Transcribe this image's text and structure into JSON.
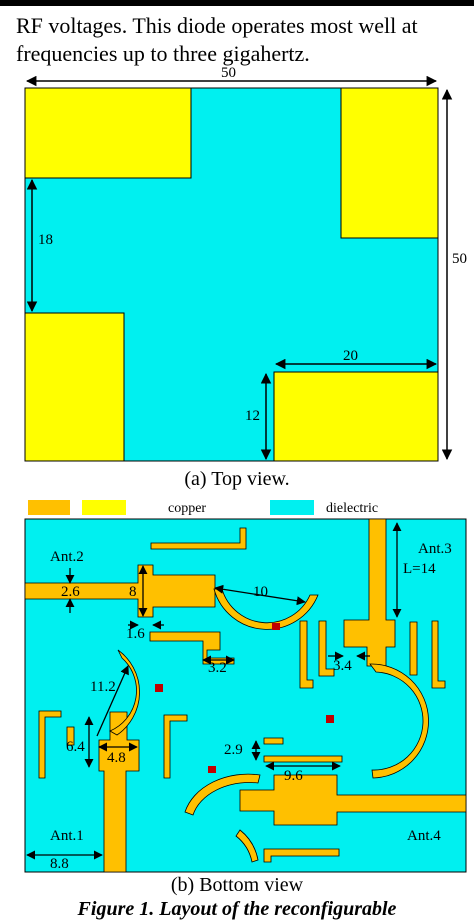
{
  "body_text": {
    "line1": "RF voltages. This diode operates most well at",
    "line2": "frequencies up to three gigahertz."
  },
  "top_view": {
    "caption": "(a) Top view.",
    "dims": {
      "width": "50",
      "height": "50",
      "notch_height": "18",
      "notch_width": "20",
      "notch_depth": "12"
    }
  },
  "bottom_view": {
    "caption": "(b) Bottom view",
    "legend": {
      "copper": "copper",
      "dielectric": "dielectric"
    },
    "antennas": {
      "ant1": "Ant.1",
      "ant2": "Ant.2",
      "ant3": "Ant.3",
      "ant4": "Ant.4"
    },
    "dims": {
      "d_2_6": "2.6",
      "d_8": "8",
      "d_10": "10",
      "d_1_6": "1.6",
      "d_3_2": "3.2",
      "d_11_2": "11.2",
      "d_6_4": "6.4",
      "d_4_8": "4.8",
      "d_8_8": "8.8",
      "d_3_4": "3.4",
      "d_L14": "L=14",
      "d_2_9": "2.9",
      "d_9_6": "9.6"
    }
  },
  "figure_title": "Figure 1. Layout of the reconfigurable",
  "colors": {
    "copper_yellow": "#ffff00",
    "copper_orange": "#ffc000",
    "dielectric": "#00f0f0",
    "pin_diode": "#c00000"
  }
}
